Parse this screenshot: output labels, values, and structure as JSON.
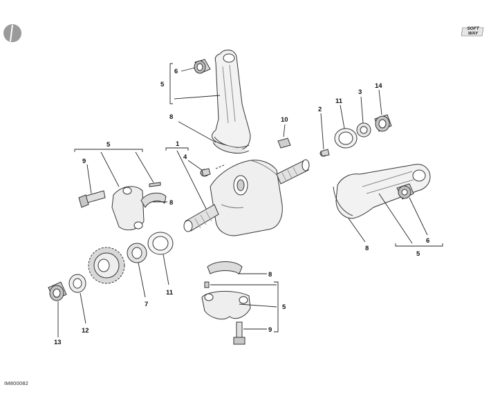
{
  "drawing": {
    "code": "IM800082",
    "logo_lines": [
      "SOFT",
      "WAY"
    ]
  },
  "callouts": {
    "c1": "1",
    "c2": "2",
    "c3": "3",
    "c4": "4",
    "c5a": "5",
    "c5b": "5",
    "c5c": "5",
    "c5d": "5",
    "c6a": "6",
    "c6b": "6",
    "c7": "7",
    "c8a": "8",
    "c8b": "8",
    "c8c": "8",
    "c8d": "8",
    "c9a": "9",
    "c9b": "9",
    "c10": "10",
    "c11a": "11",
    "c11b": "11",
    "c12": "12",
    "c13": "13",
    "c14": "14"
  }
}
